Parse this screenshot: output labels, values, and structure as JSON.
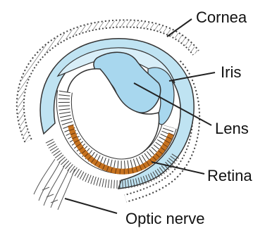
{
  "labels": {
    "cornea": "Cornea",
    "iris": "Iris",
    "lens": "Lens",
    "retina": "Retina",
    "optic_nerve": "Optic nerve"
  },
  "colors": {
    "fluid_blue": "#bfe3f2",
    "lens_blue": "#a8d7ee",
    "outline": "#333333",
    "retina_orange": "#c6721f",
    "leader": "#222222"
  }
}
